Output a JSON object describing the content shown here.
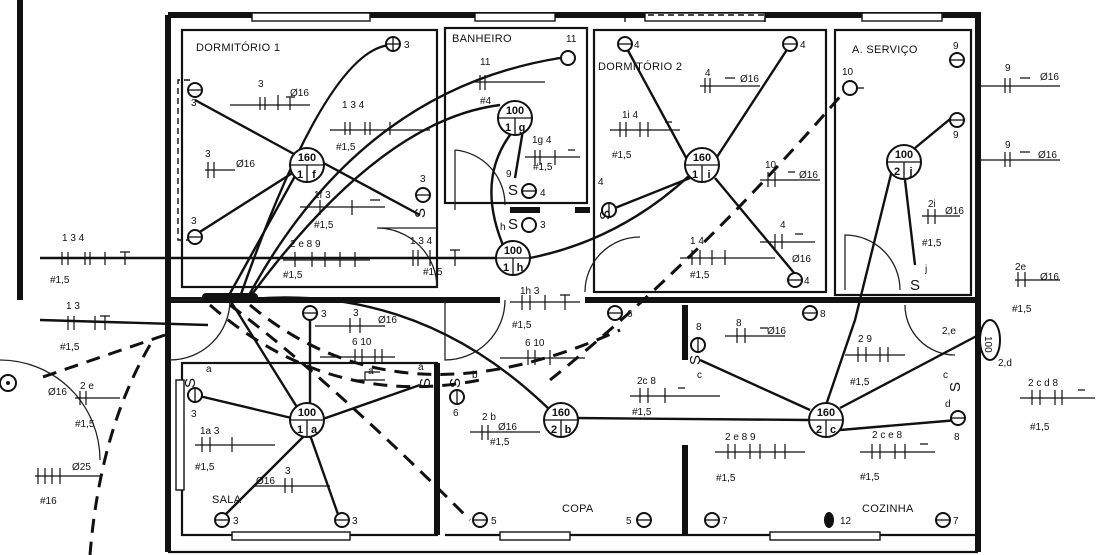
{
  "rooms": {
    "dormitorio1": "DORMITÓRIO 1",
    "banheiro": "BANHEIRO",
    "dormitorio2": "DORMITÓRIO 2",
    "servico": "A. SERVIÇO",
    "sala": "SALA",
    "copa": "COPA",
    "cozinha": "COZINHA"
  },
  "lights": [
    {
      "id": "d1",
      "power": "160",
      "circuit": "1",
      "switch": "f"
    },
    {
      "id": "ban",
      "power": "100",
      "circuit": "1",
      "switch": "g"
    },
    {
      "id": "d2",
      "power": "160",
      "circuit": "1",
      "switch": "i"
    },
    {
      "id": "srv",
      "power": "100",
      "circuit": "2",
      "switch": "j"
    },
    {
      "id": "hall",
      "power": "100",
      "circuit": "1",
      "switch": "h"
    },
    {
      "id": "sala",
      "power": "100",
      "circuit": "1",
      "switch": "a"
    },
    {
      "id": "copa",
      "power": "160",
      "circuit": "2",
      "switch": "b"
    },
    {
      "id": "coz",
      "power": "160",
      "circuit": "2",
      "switch": "c"
    },
    {
      "id": "ext",
      "power": "100",
      "circuit": "2",
      "switch": "d"
    }
  ],
  "labels": {
    "l3": "3",
    "l4": "4",
    "l5": "5",
    "l6": "6",
    "l7": "7",
    "l8": "8",
    "l9": "9",
    "l10": "10",
    "l11": "11",
    "l12": "12",
    "d16": "Ø16",
    "d25": "Ø25",
    "w15": "#1,5",
    "w4": "#4",
    "w16": "#16",
    "s": "S",
    "g1": "1 3 4",
    "g2": "2 e 8 9",
    "g3": "1 3",
    "g4": "1h 3",
    "g5": "6 10",
    "g6": "1i 4",
    "g7": "1 4",
    "g8": "2 9",
    "g9": "2c 8",
    "g10": "2 e 8 9",
    "g11": "2 c e 8",
    "g12": "2 c d 8",
    "g13": "1a 3",
    "g14": "2 b",
    "g15": "2 e",
    "g16": "2i",
    "g17": "1g 4",
    "g18": "1f 3",
    "g19": "1 3 4",
    "g20": "2e",
    "g21": "2,e",
    "g22": "2,d",
    "g23": "a",
    "g24": "b",
    "g25": "c",
    "g26": "d",
    "g27": "h",
    "g28": "j",
    "g29": "3",
    "g30": "6 10"
  }
}
